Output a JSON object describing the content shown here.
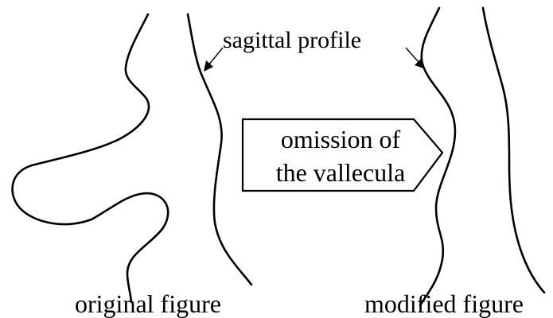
{
  "labels": {
    "sagittal_profile": "sagittal profile",
    "omission_line1": "omission of",
    "omission_line2": "the vallecula",
    "original_figure": "original figure",
    "modified_figure": "modified figure"
  },
  "colors": {
    "line": "#000000",
    "background": "#ffffff"
  }
}
